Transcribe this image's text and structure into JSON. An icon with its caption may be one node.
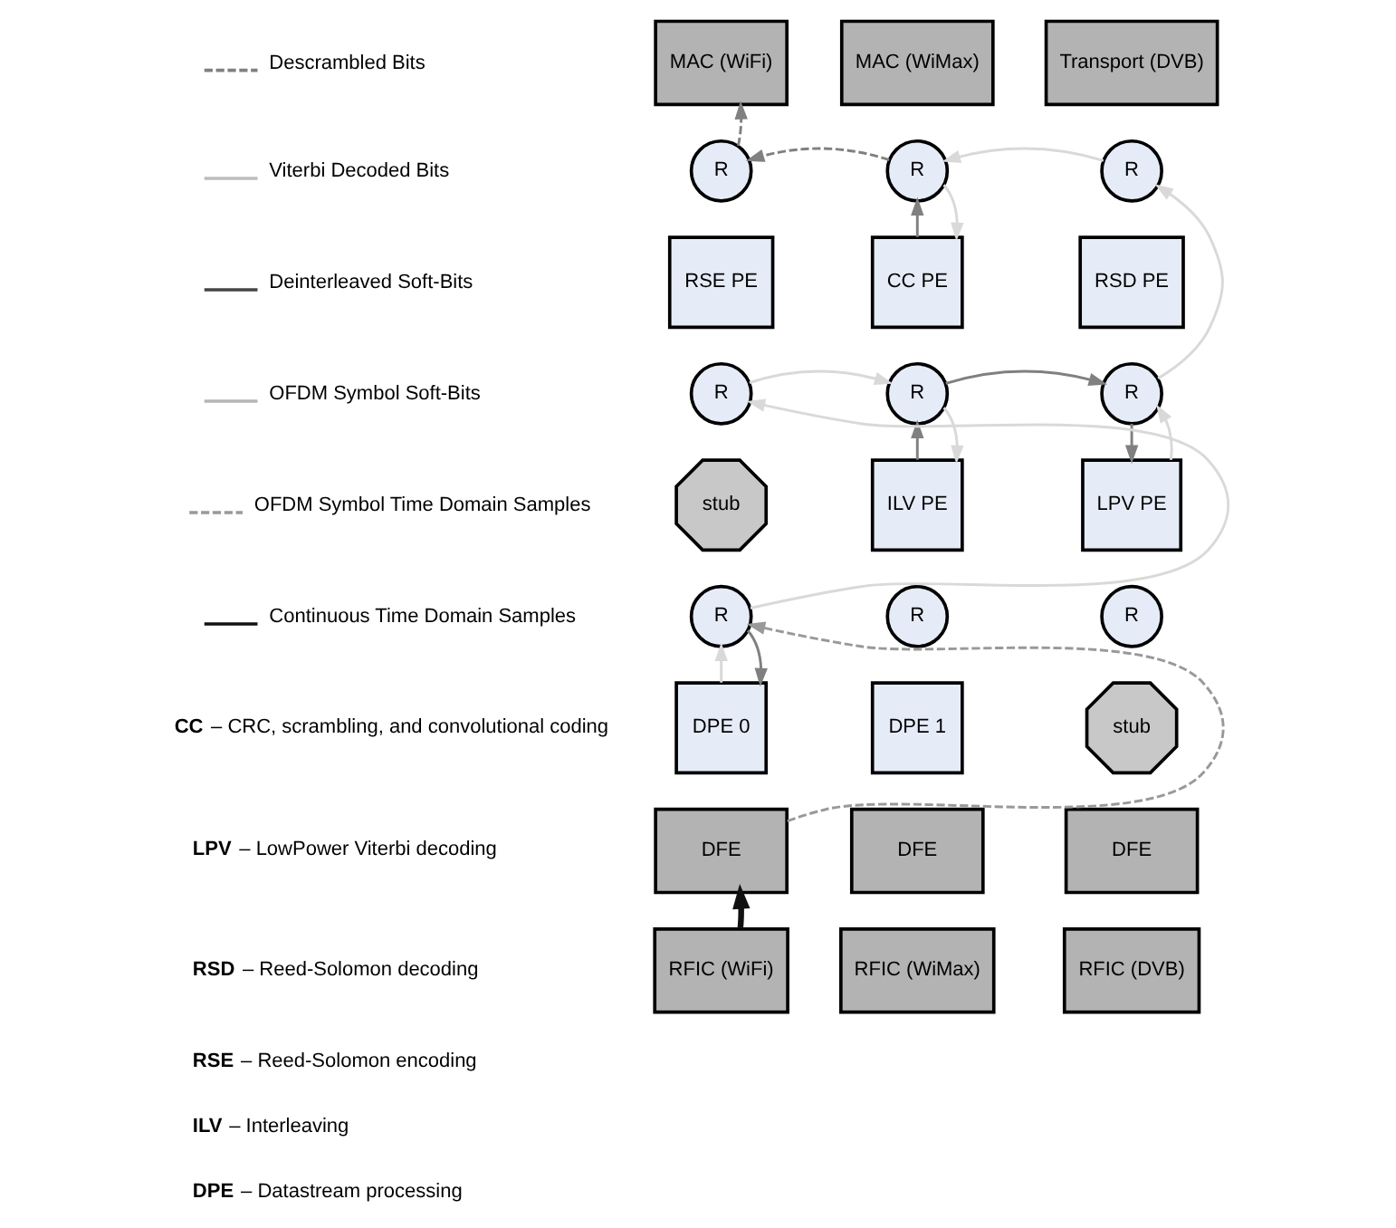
{
  "diagram": {
    "nodes": [
      {
        "text": [
          "MAC (WiFi)"
        ]
      },
      {
        "text": [
          "MAC (WiMax)"
        ]
      },
      {
        "text": [
          "Transport (DVB)"
        ]
      },
      {
        "text": [
          "R"
        ]
      },
      {
        "text": [
          "R"
        ]
      },
      {
        "text": [
          "R"
        ]
      },
      {
        "text": [
          "RSE PE"
        ]
      },
      {
        "text": [
          "CC PE"
        ]
      },
      {
        "text": [
          "RSD PE"
        ]
      },
      {
        "text": [
          "R"
        ]
      },
      {
        "text": [
          "R"
        ]
      },
      {
        "text": [
          "R"
        ]
      },
      {
        "text": [
          "stub"
        ]
      },
      {
        "text": [
          "ILV PE"
        ]
      },
      {
        "text": [
          "LPV PE"
        ]
      },
      {
        "text": [
          "R"
        ]
      },
      {
        "text": [
          "R"
        ]
      },
      {
        "text": [
          "R"
        ]
      },
      {
        "text": [
          "DPE 0"
        ]
      },
      {
        "text": [
          "DPE 1"
        ]
      },
      {
        "text": [
          "stub"
        ]
      },
      {
        "text": [
          "DFE"
        ]
      },
      {
        "text": [
          "DFE"
        ]
      },
      {
        "text": [
          "DFE"
        ]
      },
      {
        "text": [
          "RFIC (WiFi)"
        ]
      },
      {
        "text": [
          "RFIC (WiMax)"
        ]
      },
      {
        "text": [
          "RFIC (DVB)"
        ]
      }
    ],
    "edges": [
      {
        "from": 3,
        "to": 0,
        "arrow": "to",
        "style": "dashed",
        "color": "#808080"
      },
      {
        "from": 4,
        "to": 3,
        "arrow": "to",
        "style": "dashed",
        "color": "#808080"
      },
      {
        "from": 5,
        "to": 4,
        "arrow": "to"
      },
      {
        "from": 7,
        "to": 4,
        "arrow": "to",
        "color": "#808080"
      },
      {
        "from": 4,
        "to": 7,
        "arrow": "to"
      },
      {
        "from": 11,
        "to": 5,
        "arrow": "to"
      },
      {
        "from": 9,
        "to": 10,
        "arrow": "to"
      },
      {
        "from": 10,
        "to": 11,
        "arrow": "to",
        "color": "#808080"
      },
      {
        "from": 13,
        "to": 10,
        "arrow": "to",
        "color": "#808080"
      },
      {
        "from": 10,
        "to": 13,
        "arrow": "to"
      },
      {
        "from": 11,
        "to": 14,
        "arrow": "to",
        "color": "#808080"
      },
      {
        "from": 14,
        "to": 11,
        "arrow": "to"
      },
      {
        "from": 15,
        "to": 9,
        "arrow": "to"
      },
      {
        "from": 18,
        "to": 15,
        "arrow": "to"
      },
      {
        "from": 15,
        "to": 18,
        "arrow": "to",
        "color": "#808080"
      },
      {
        "from": 21,
        "to": 15,
        "arrow": "to",
        "style": "dashed",
        "color": "#999999"
      },
      {
        "from": 24,
        "to": 21,
        "arrow": "to",
        "style": "thick",
        "color": "#111111"
      }
    ],
    "labels": [
      "**CC** – CRC, scrambling, and convolutional coding",
      "**LPV** – LowPower Viterbi decoding",
      "**RSD** – Reed-Solomon decoding",
      "**RSE** – Reed-Solomon encoding",
      "**ILV** – Interleaving",
      "**DPE** – Datastream processing"
    ],
    "legend": [
      {
        "text": "Descrambled Bits"
      },
      {
        "text": "Viterbi Decoded Bits"
      },
      {
        "text": "Deinterleaved Soft-Bits"
      },
      {
        "text": "OFDM Symbol Soft-Bits"
      },
      {
        "text": "OFDM Symbol Time Domain Samples"
      },
      {
        "text": "Continuous Time Domain Samples"
      }
    ]
  }
}
